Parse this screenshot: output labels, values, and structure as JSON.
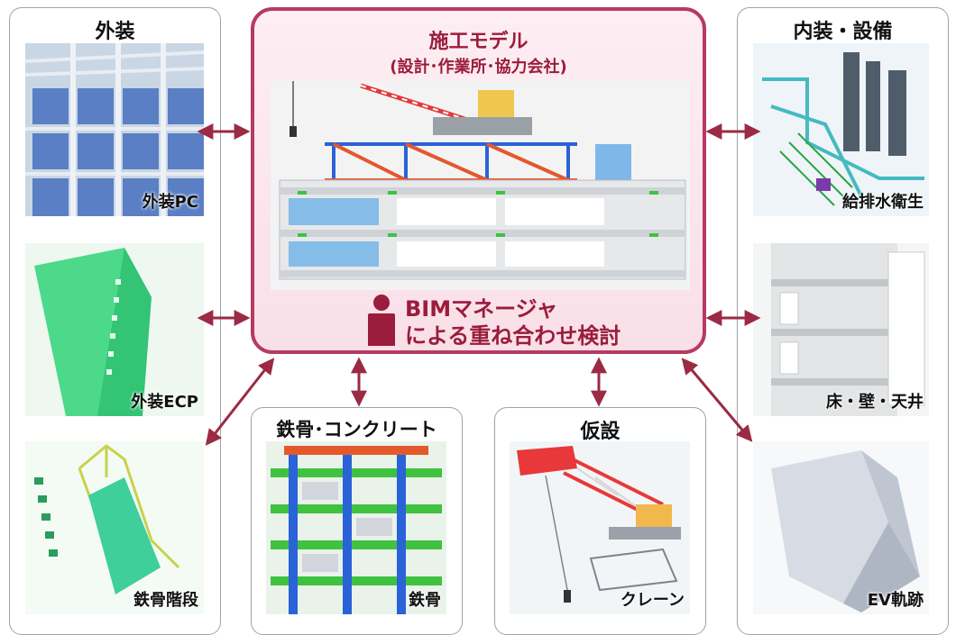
{
  "center": {
    "title": "施工モデル",
    "subtitle": "(設計･作業所･協力会社)",
    "bim_line1": "BIMマネージャ",
    "bim_line2": "による重ね合わせ検討",
    "person_icon": "person-icon"
  },
  "left": {
    "title": "外装",
    "items": [
      "外装PC",
      "外装ECP",
      "鉄骨階段"
    ]
  },
  "right": {
    "title": "内装・設備",
    "items": [
      "給排水衛生",
      "床・壁・天井",
      "EV軌跡"
    ]
  },
  "steel": {
    "title": "鉄骨･コンクリート",
    "caption": "鉄骨"
  },
  "temp": {
    "title": "仮設",
    "caption": "クレーン"
  },
  "colors": {
    "accent": "#b63a62",
    "accent_text": "#9b1c3c",
    "arrow": "#9b2a44",
    "panel_border": "#9aa4a8"
  }
}
